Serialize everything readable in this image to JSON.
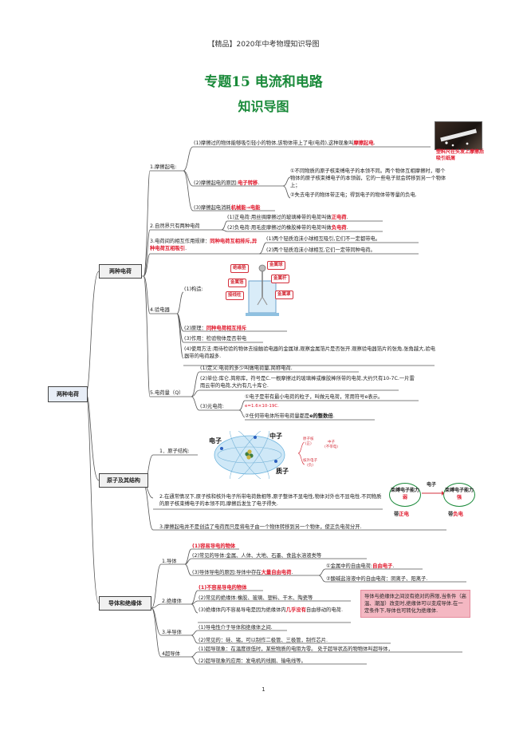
{
  "header": "【精品】2020年中考物理知识导图",
  "title": "专题15  电流和电路",
  "subtitle": "知识导图",
  "root": "两种电荷",
  "branches": {
    "b1": "两种电荷",
    "b2": "原子及其结构",
    "b3": "导体和绝缘体"
  },
  "friction": {
    "label": "1.摩擦起电:",
    "item1_pre": "(1)摩擦过的物体能够吸引轻小的物体,该物体带上了电(电荷),这种现象叫",
    "item1_red": "摩擦起电",
    "item1_post": ".",
    "photo_caption": "塑料尺在头发上摩擦后吸引纸屑",
    "item2_pre": "(2)摩擦起电的原因:",
    "item2_red": "电子转移",
    "item2_post": ".",
    "reason1": "①不同物质的原子核束缚电子的本领不同。两个物体互相摩擦时，哪个物体的原子核束缚电子的本领弱，它的一些电子就会转移到另一个物体上；",
    "reason2": "②失去电子的物体带正电；得到电子的物体带等量的负电.",
    "item3_pre": "(3)摩擦起电消耗",
    "item3_red": "机械能→电能"
  },
  "two_kinds": {
    "label": "2.自然界只有两种电荷",
    "pos_pre": "(1)正电荷:用丝绸摩擦过的玻璃棒带的电荷叫做",
    "pos_red": "正电荷",
    "pos_post": ".",
    "neg_pre": "(2)负电荷:用毛皮摩擦过的橡胶棒带的电荷叫做",
    "neg_red": "负电荷",
    "neg_post": "."
  },
  "interaction": {
    "label_pre": "3.电荷间的相互作用规律：",
    "label_red": "同种电荷互相排斥,异种电荷互相吸引",
    "label_post": ".",
    "c1": "(1)两个轻质泡沫小球相互吸引,它们不一定都带电。",
    "c2": "(2)两个轻质泡沫小球相互,它们一定带同种电荷。"
  },
  "electroscope": {
    "label": "4.验电器",
    "structure": "(1)构造:",
    "parts": [
      "绝缘垫",
      "金属球",
      "金属箔",
      "金属杆",
      "接线柱",
      "金属罩"
    ],
    "principle_pre": "(2)原理：",
    "principle_red": "同种电荷相互排斥",
    "function": "(3)作用：检验物体是否带电",
    "usage": "(4)使用方法:用待检验的物体去接触验电器的金属球,观察金属箔片是否张开.观察验电器箔片的张角,张角越大,验电器带的电荷越多."
  },
  "charge": {
    "label": "5.电荷量（Q）",
    "def": "(1)定义:电荷的多少叫做电荷量,简称电荷.",
    "unit": "(2)单位:库仑,简称库，符号是C.一根摩擦过的玻璃棒或橡胶棒所带的电荷,大约只有10-7C.一片雷雨云带的电荷,大约有几十库仑.",
    "elem_label": "(3)元电荷:",
    "elem1": "①电子是带有最小电荷的粒子，叫做元电荷，常用符号e表示。",
    "elem_value": "e=1.6×10-19C.",
    "elem2_pre": "②任何带电体所带电荷量都是",
    "elem2_b": "e的整数倍",
    "elem2_post": "."
  },
  "atom": {
    "label": "1．原子结构:",
    "electron": "电子",
    "neutron": "中子",
    "proton": "质子",
    "nucleus": "原子核",
    "nucleus_sub": "(正)",
    "neutron_sub": "(不带电)",
    "e_out": "核外电子",
    "e_out_sub": "(负)",
    "neutral": "2.在通常情况下,原子核和核外电子所带电荷数相等,原子整体不显电性,物体对外也不显电性.不同物质的原子核束缚电子的本领不同,摩擦后发生了电子得失.",
    "strong_pre": "束缚电子能力",
    "strong_red": "弱",
    "weak_pre": "束缚电子能力",
    "weak_red": "强",
    "arrow_label": "电子",
    "pos_pre": "带",
    "pos_red": "正电",
    "neg_pre": "带",
    "neg_red": "负电",
    "friction_note": "3.摩擦起电并不是创造了电荷而只是将电子由一个物体转移到另一个物体，使正负电荷分开."
  },
  "conductors": {
    "c_label": "1.导体",
    "c1": "(1)容易导电的物体",
    "c2": "(2)常见的导体:金属、人体、大地、石墨、食盐水溶液类等",
    "c3_pre": "(3)导体导电的原因:导体中存在",
    "c3_red": "大量自由电荷",
    "c3_post": ".",
    "c3a_pre": "①金属中的自由电荷:",
    "c3a_red": "自由电子",
    "c3a_post": ".",
    "c3b": "②酸碱盐溶液中的自由电荷：阴离子、阳离子.",
    "i_label": "2.绝缘体",
    "i1": "(1)不容易导电的物体",
    "i2": "(2)常见的绝缘体:橡胶、玻璃、塑料、干木、陶瓷等",
    "i3_pre": "(3)绝缘体内不容易导电是因为绝缘体内",
    "i3_red": "几乎没有",
    "i3_post": "自由移动的电荷.",
    "note": "导体与绝缘体之间没有绝对的界限,当条件（高温、潮湿）改变时,绝缘体可以变成导体.在一定条件下,导体也可转化为绝缘体.",
    "s_label": "3.半导体",
    "s1": "(1)导电性介于导体和绝缘体之间.",
    "s2": "(2)常见的：硅、锗，可以制作二极管、三极管，制作芯片.",
    "sc_label": "4超导体",
    "sc1": "(1)超导现象：在温度很低时，某些物质的电阻为零。      处于超导状态的物物体叫超导体，",
    "sc2": "(2)超导现象的应用：发电机的线圈、输电线等。"
  },
  "page_number": "1"
}
